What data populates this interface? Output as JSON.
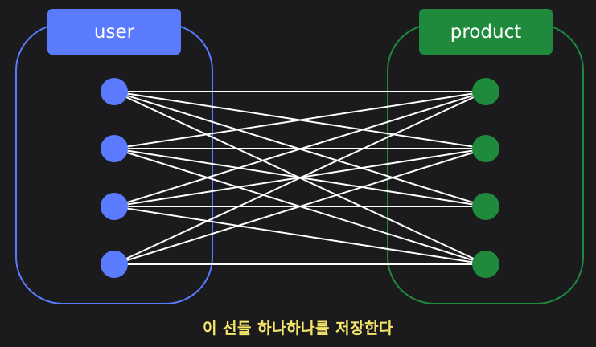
{
  "groups": {
    "user": {
      "label": "user",
      "color": "#5b7bff",
      "node_count": 4
    },
    "product": {
      "label": "product",
      "color": "#1f8a3c",
      "node_count": 4
    }
  },
  "connections": [
    [
      0,
      0
    ],
    [
      0,
      1
    ],
    [
      0,
      2
    ],
    [
      0,
      3
    ],
    [
      1,
      0
    ],
    [
      1,
      1
    ],
    [
      1,
      2
    ],
    [
      1,
      3
    ],
    [
      2,
      0
    ],
    [
      2,
      1
    ],
    [
      2,
      2
    ],
    [
      2,
      3
    ],
    [
      3,
      0
    ],
    [
      3,
      1
    ],
    [
      3,
      3
    ]
  ],
  "caption": "이 선들 하나하나를 저장한다",
  "colors": {
    "background": "#1b1b1e",
    "line": "#ffffff",
    "caption": "#f5e66a"
  }
}
